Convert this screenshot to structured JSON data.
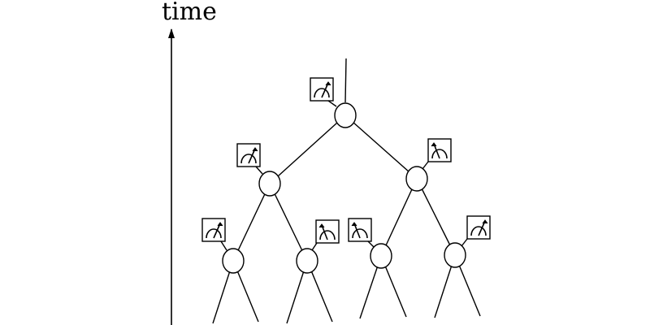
{
  "axis": {
    "label": "time",
    "direction": "up"
  },
  "colors": {
    "stroke": "#000000",
    "fill": "#ffffff"
  },
  "tree": {
    "levels": 3,
    "branching": 2,
    "root_has_stem": true,
    "leaves_have_open_legs": true
  },
  "meter_glyph": {
    "name": "measurement-meter-icon",
    "needle_directions": [
      "right",
      "right",
      "left",
      "right",
      "left",
      "left",
      "right"
    ]
  }
}
